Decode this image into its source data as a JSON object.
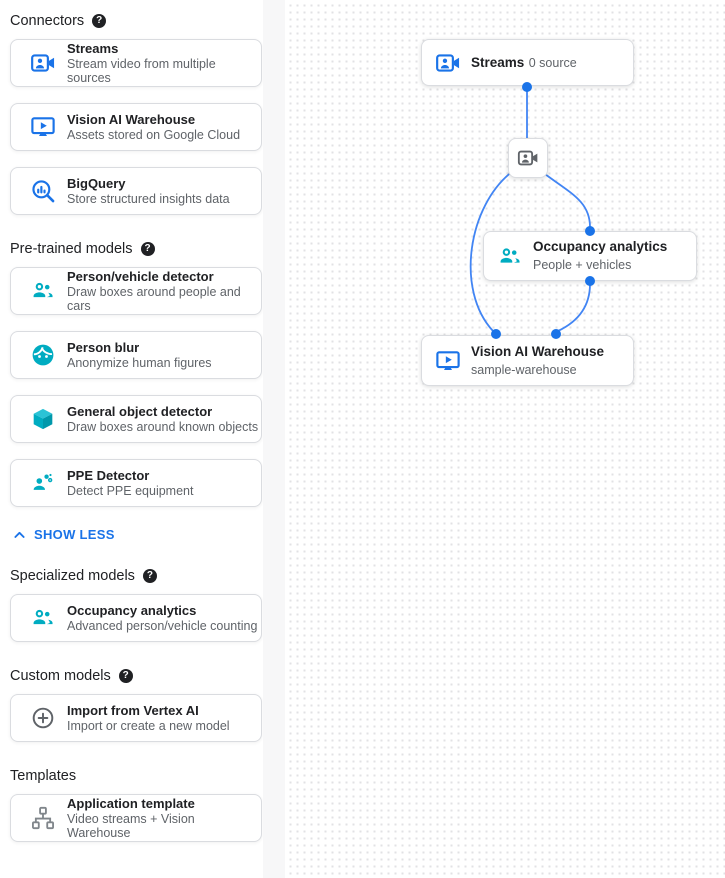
{
  "palette": {
    "blue": "#1a73e8",
    "edge_blue": "#4285f4",
    "teal": "#00acc1",
    "gray": "#5f6368",
    "title": "#202124",
    "subtitle": "#5f6368",
    "card_border": "#dadce0",
    "link": "#1a73e8"
  },
  "sidebar": {
    "sections": [
      {
        "title": "Connectors",
        "has_help": true,
        "items": [
          {
            "icon": "video-camera-icon",
            "title": "Streams",
            "subtitle": "Stream video from multiple sources"
          },
          {
            "icon": "smart-display-icon",
            "title": "Vision AI Warehouse",
            "subtitle": "Assets stored on Google Cloud"
          },
          {
            "icon": "bigquery-icon",
            "title": "BigQuery",
            "subtitle": "Store structured insights data"
          }
        ]
      },
      {
        "title": "Pre-trained models",
        "has_help": true,
        "items": [
          {
            "icon": "people-group-icon",
            "title": "Person/vehicle detector",
            "subtitle": "Draw boxes around people and cars"
          },
          {
            "icon": "face-icon",
            "title": "Person blur",
            "subtitle": "Anonymize human figures"
          },
          {
            "icon": "cube-icon",
            "title": "General object detector",
            "subtitle": "Draw boxes around known objects"
          },
          {
            "icon": "ppe-person-icon",
            "title": "PPE Detector",
            "subtitle": "Detect PPE equipment"
          }
        ]
      },
      {
        "title": "Specialized models",
        "has_help": true,
        "items": [
          {
            "icon": "people-group-icon",
            "title": "Occupancy analytics",
            "subtitle": "Advanced person/vehicle counting"
          }
        ]
      },
      {
        "title": "Custom models",
        "has_help": true,
        "items": [
          {
            "icon": "plus-circle-icon",
            "title": "Import from Vertex AI",
            "subtitle": "Import or create a new model"
          }
        ]
      },
      {
        "title": "Templates",
        "has_help": false,
        "items": [
          {
            "icon": "app-tree-icon",
            "title": "Application template",
            "subtitle": "Video streams + Vision Warehouse"
          }
        ]
      }
    ],
    "show_less_label": "SHOW LESS"
  },
  "canvas": {
    "nodes": {
      "streams": {
        "icon": "video-camera-icon",
        "title": "Streams",
        "subtitle": "0 source"
      },
      "processor": {
        "icon": "video-camera-icon"
      },
      "occupancy": {
        "icon": "people-group-icon",
        "title": "Occupancy analytics",
        "subtitle": "People + vehicles"
      },
      "warehouse": {
        "icon": "smart-display-icon",
        "title": "Vision AI Warehouse",
        "subtitle": "sample-warehouse"
      }
    }
  }
}
